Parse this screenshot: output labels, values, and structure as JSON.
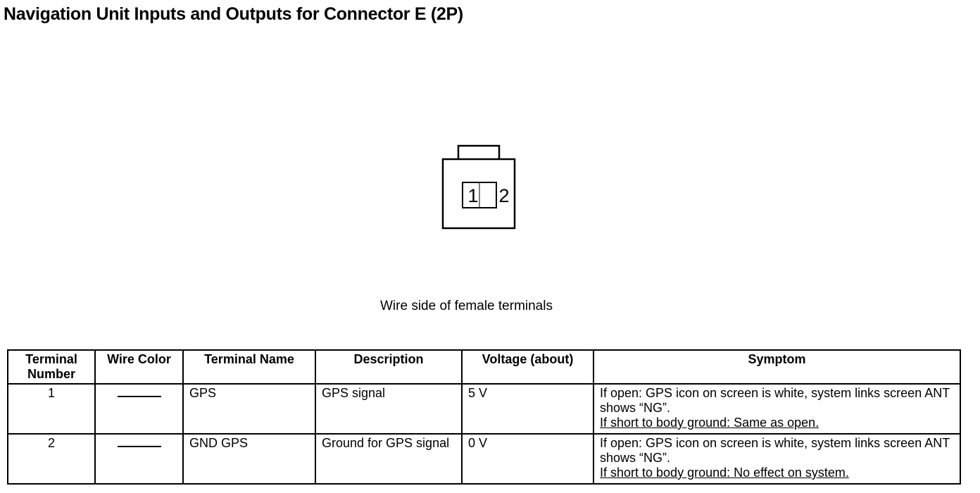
{
  "title": "Navigation Unit Inputs and Outputs for Connector E (2P)",
  "connector": {
    "terminal_labels": [
      "1",
      "2"
    ],
    "caption": "Wire side of female terminals"
  },
  "table": {
    "headers": {
      "terminal_number": "Terminal Number",
      "wire_color": "Wire Color",
      "terminal_name": "Terminal Name",
      "description": "Description",
      "voltage": "Voltage (about)",
      "symptom": "Symptom"
    },
    "rows": [
      {
        "terminal_number": "1",
        "wire_color": "",
        "terminal_name": "GPS",
        "description": "GPS signal",
        "voltage": "5 V",
        "symptom_open": "If open: GPS icon on screen is white, system links screen ANT shows “NG”.",
        "symptom_short": "If short to body ground: Same as open."
      },
      {
        "terminal_number": "2",
        "wire_color": "",
        "terminal_name": "GND GPS",
        "description": "Ground for GPS signal",
        "voltage": "0 V",
        "symptom_open": "If open: GPS icon on screen is white, system links screen ANT shows “NG”.",
        "symptom_short": "If short to body ground: No effect on system."
      }
    ]
  }
}
